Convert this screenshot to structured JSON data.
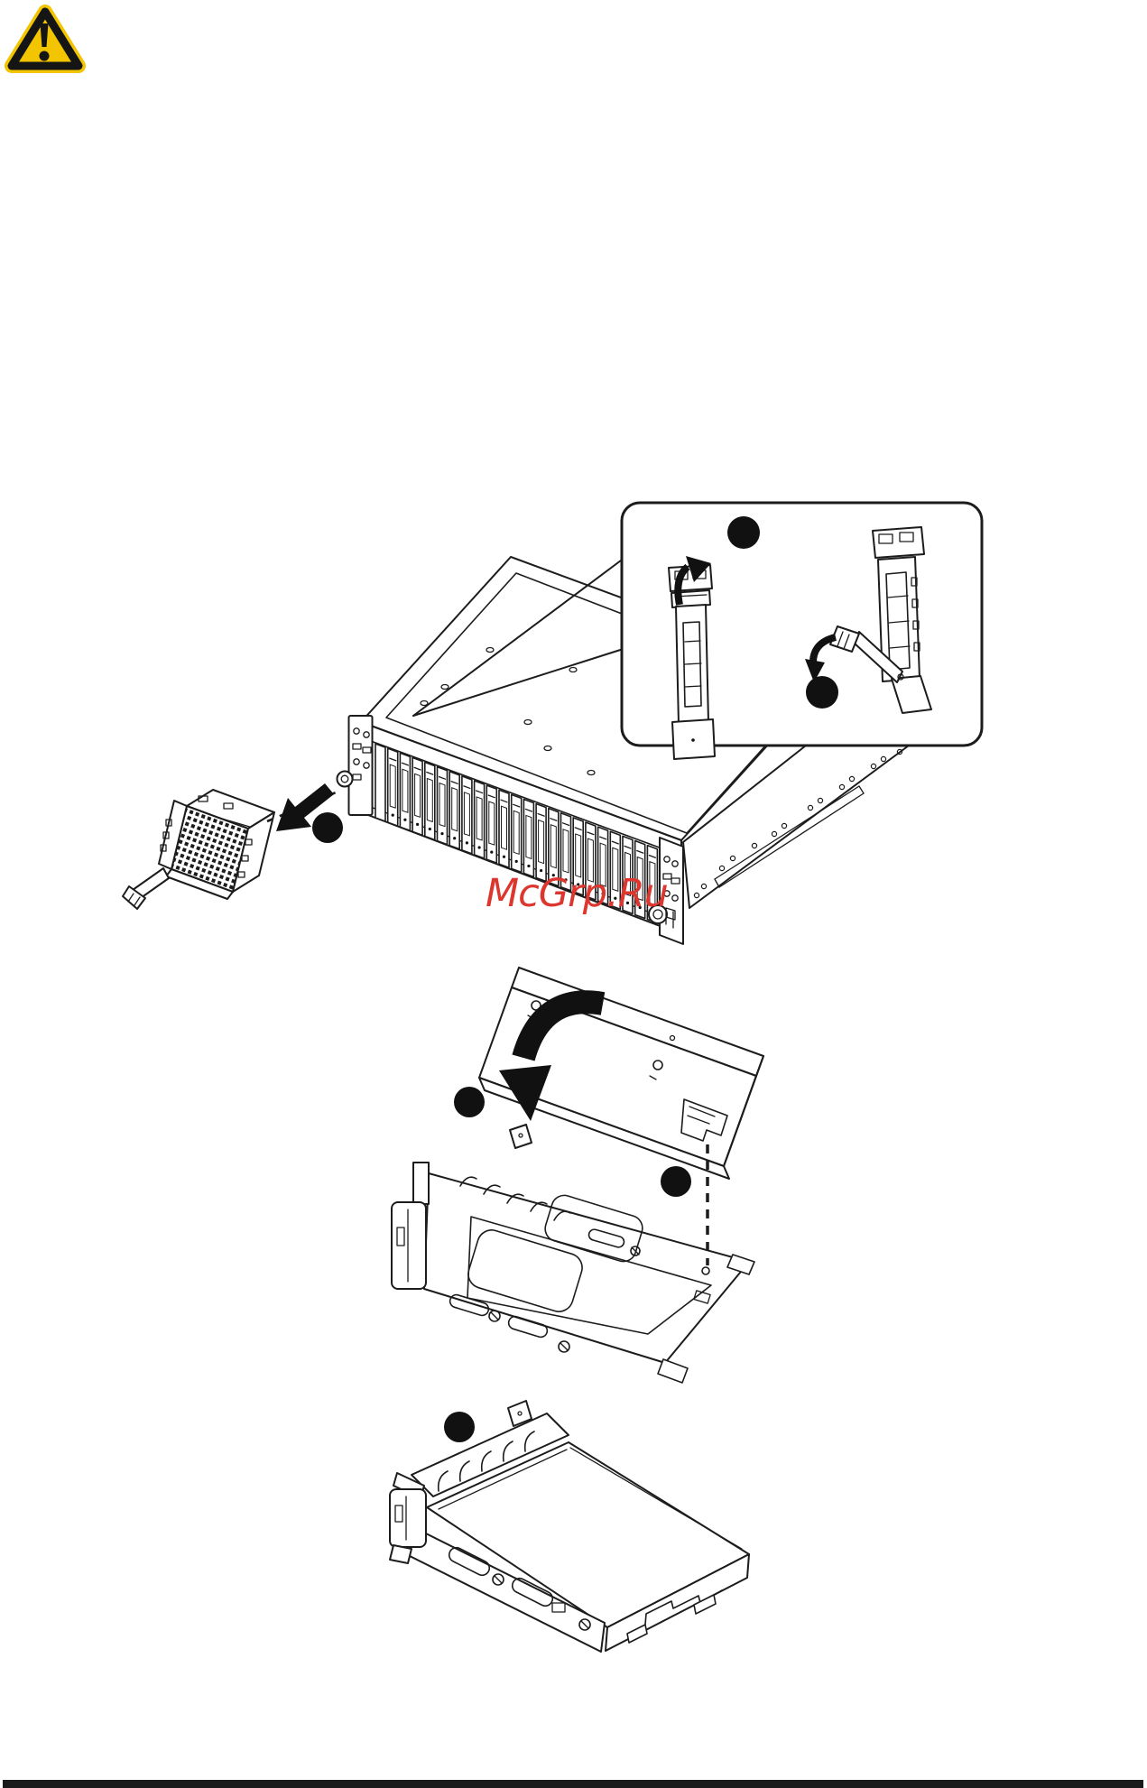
{
  "page": {
    "kind": "hardware manual page",
    "background": "#ffffff"
  },
  "watermark": {
    "text": "McGrp.Ru",
    "color": "#dc362e"
  },
  "colors": {
    "line": "#1c1c1c",
    "ink": "#111111",
    "warning_yellow": "#f2c500",
    "warning_border": "#151515",
    "footer_bar": "#1a1a1a"
  },
  "icons": {
    "warning": "warning-triangle-icon",
    "removal_arrow": "thick-arrow-left-icon",
    "latch_arrow": "curved-arrow-up-icon",
    "lever_arrow": "curved-arrow-down-icon",
    "rotate_arrow": "large-curved-arrow-icon"
  },
  "figures": {
    "step_marker_count": 6,
    "step_marker_labels": [
      "",
      "",
      "",
      "",
      "",
      ""
    ]
  }
}
